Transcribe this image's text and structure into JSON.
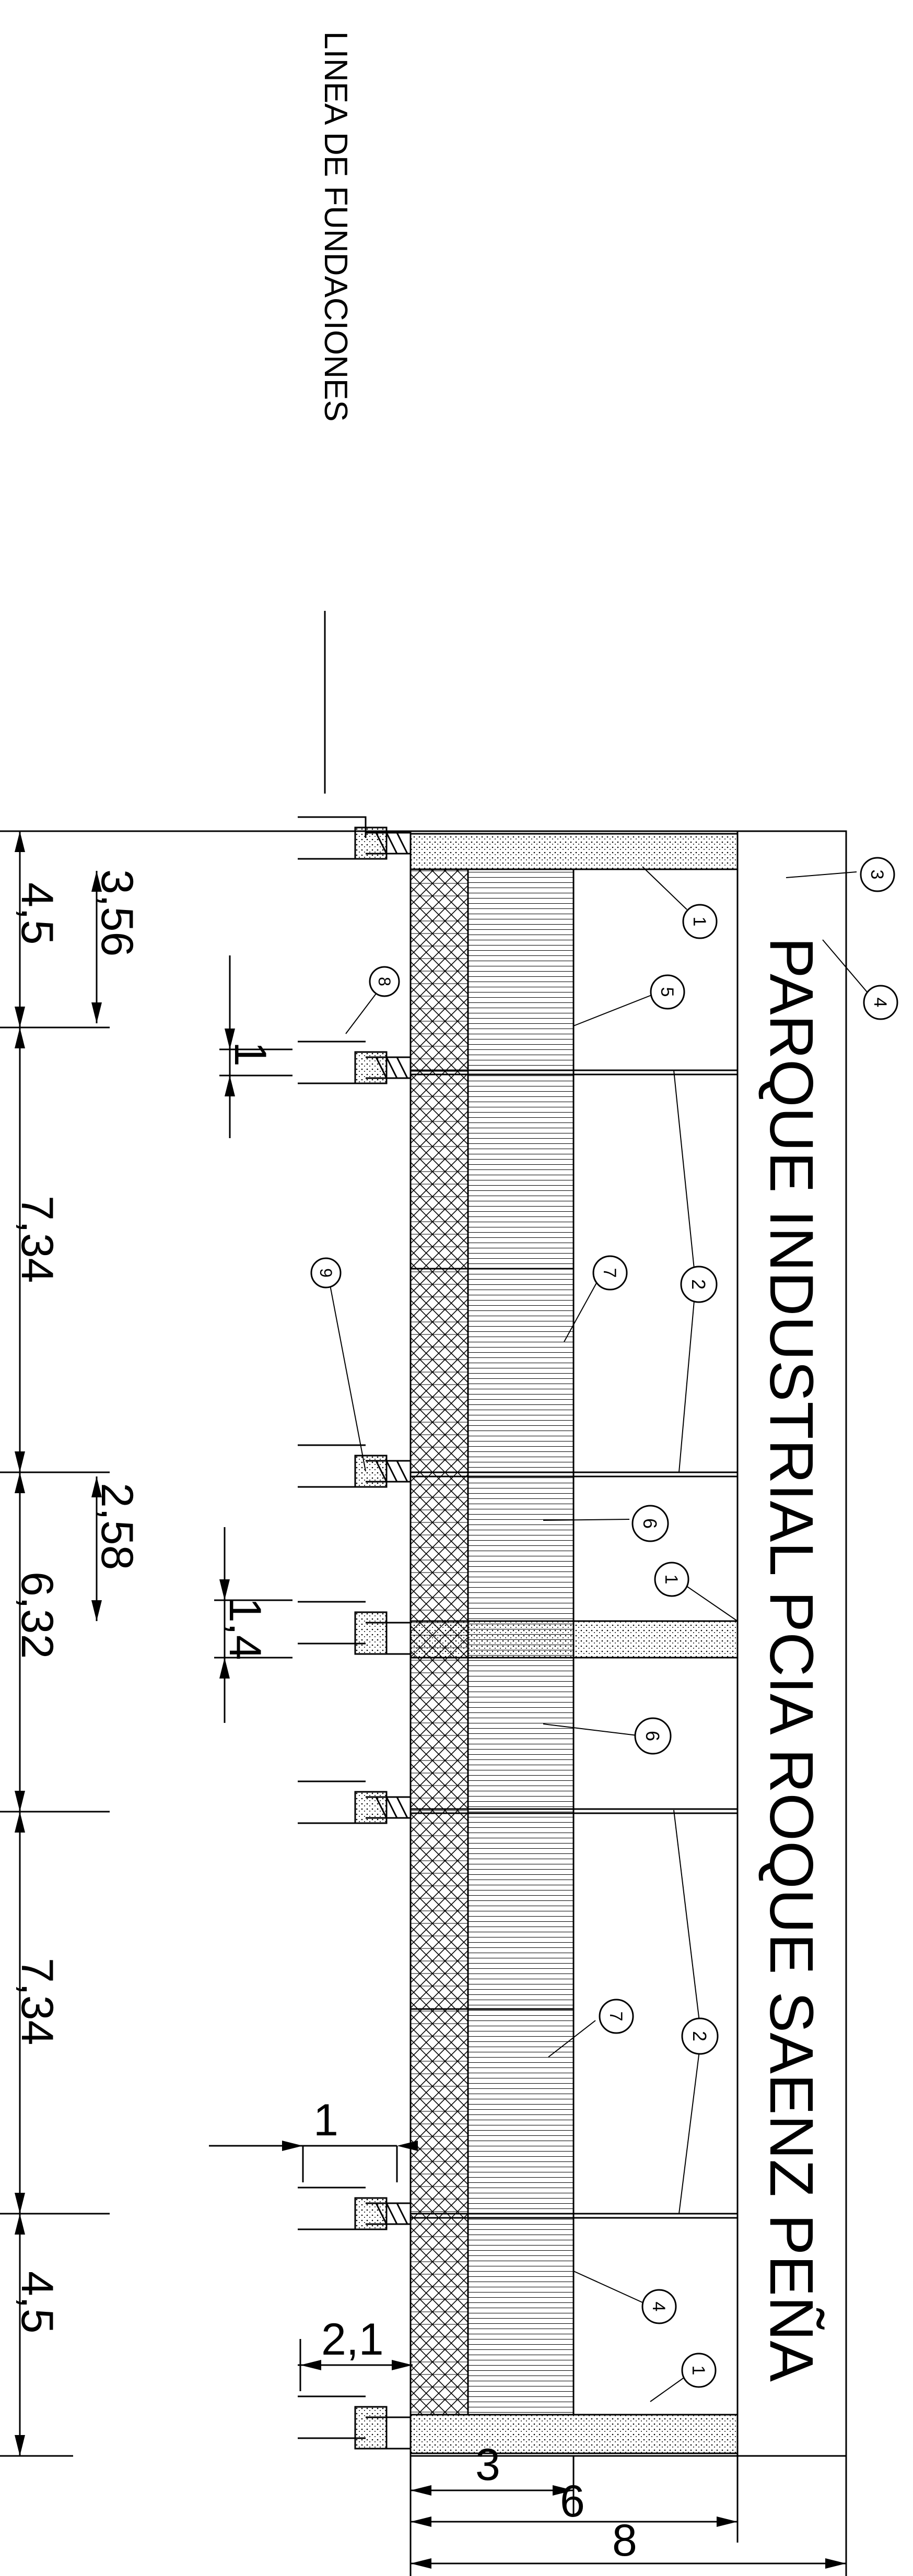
{
  "drawing": {
    "foundation_line_label": "LINEA DE FUNDACIONES",
    "park_title": "PARQUE INDUSTRIAL PCIA ROQUE SAENZ PEÑA"
  },
  "left_dimensions": {
    "spans": [
      "4,5",
      "7,34",
      "6,32",
      "7,34",
      "4,5"
    ],
    "inner": [
      "3,56",
      "2,58"
    ],
    "openings": [
      "1",
      "1,4",
      "1"
    ],
    "offset": "2,1"
  },
  "bottom_dimensions": [
    "3",
    "6",
    "8"
  ],
  "callouts": [
    "1",
    "5",
    "8",
    "7",
    "2",
    "9",
    "6",
    "1",
    "6",
    "7",
    "2",
    "4",
    "1",
    "3",
    "4"
  ]
}
